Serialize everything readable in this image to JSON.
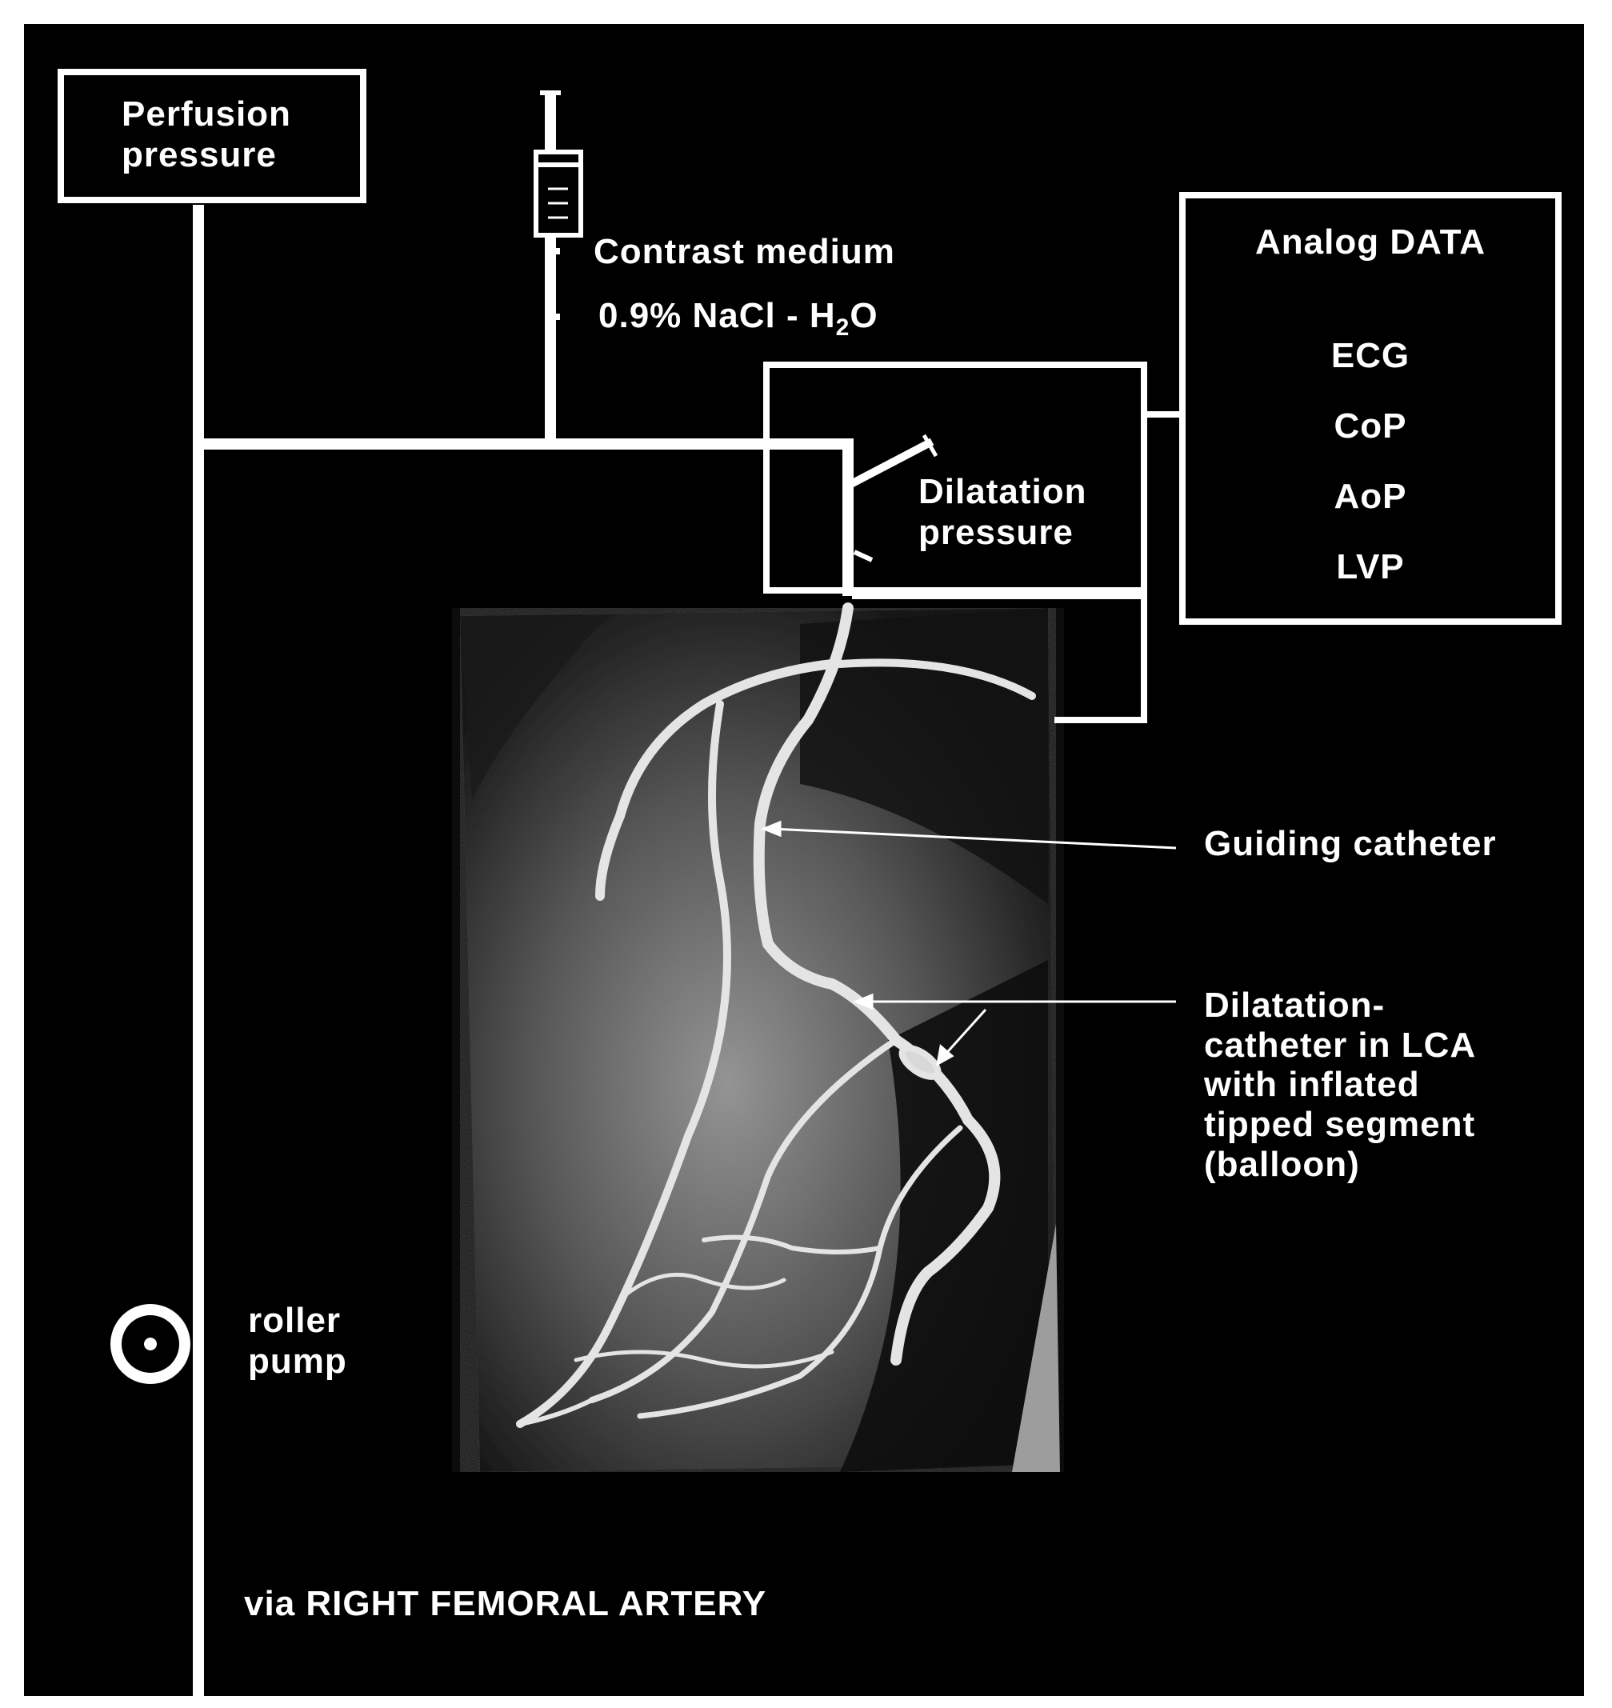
{
  "labels": {
    "perfusion_pressure": "Perfusion\npressure",
    "contrast_medium": "Contrast medium",
    "nacl_main": "0.9% NaCl - H",
    "nacl_sub": "2",
    "nacl_tail": "O",
    "analog_title": "Analog DATA",
    "ecg": "ECG",
    "cop": "CoP",
    "aop": "AoP",
    "lvp": "LVP",
    "dilatation_pressure": "Dilatation\npressure",
    "guiding_catheter": "Guiding catheter",
    "dilatation_catheter": "Dilatation-\ncatheter in LCA\nwith inflated\ntipped segment\n(balloon)",
    "roller_pump": "roller\npump",
    "via_artery": "via RIGHT FEMORAL ARTERY"
  },
  "colors": {
    "background": "#000000",
    "foreground": "#ffffff",
    "frame": "#ffffff"
  }
}
